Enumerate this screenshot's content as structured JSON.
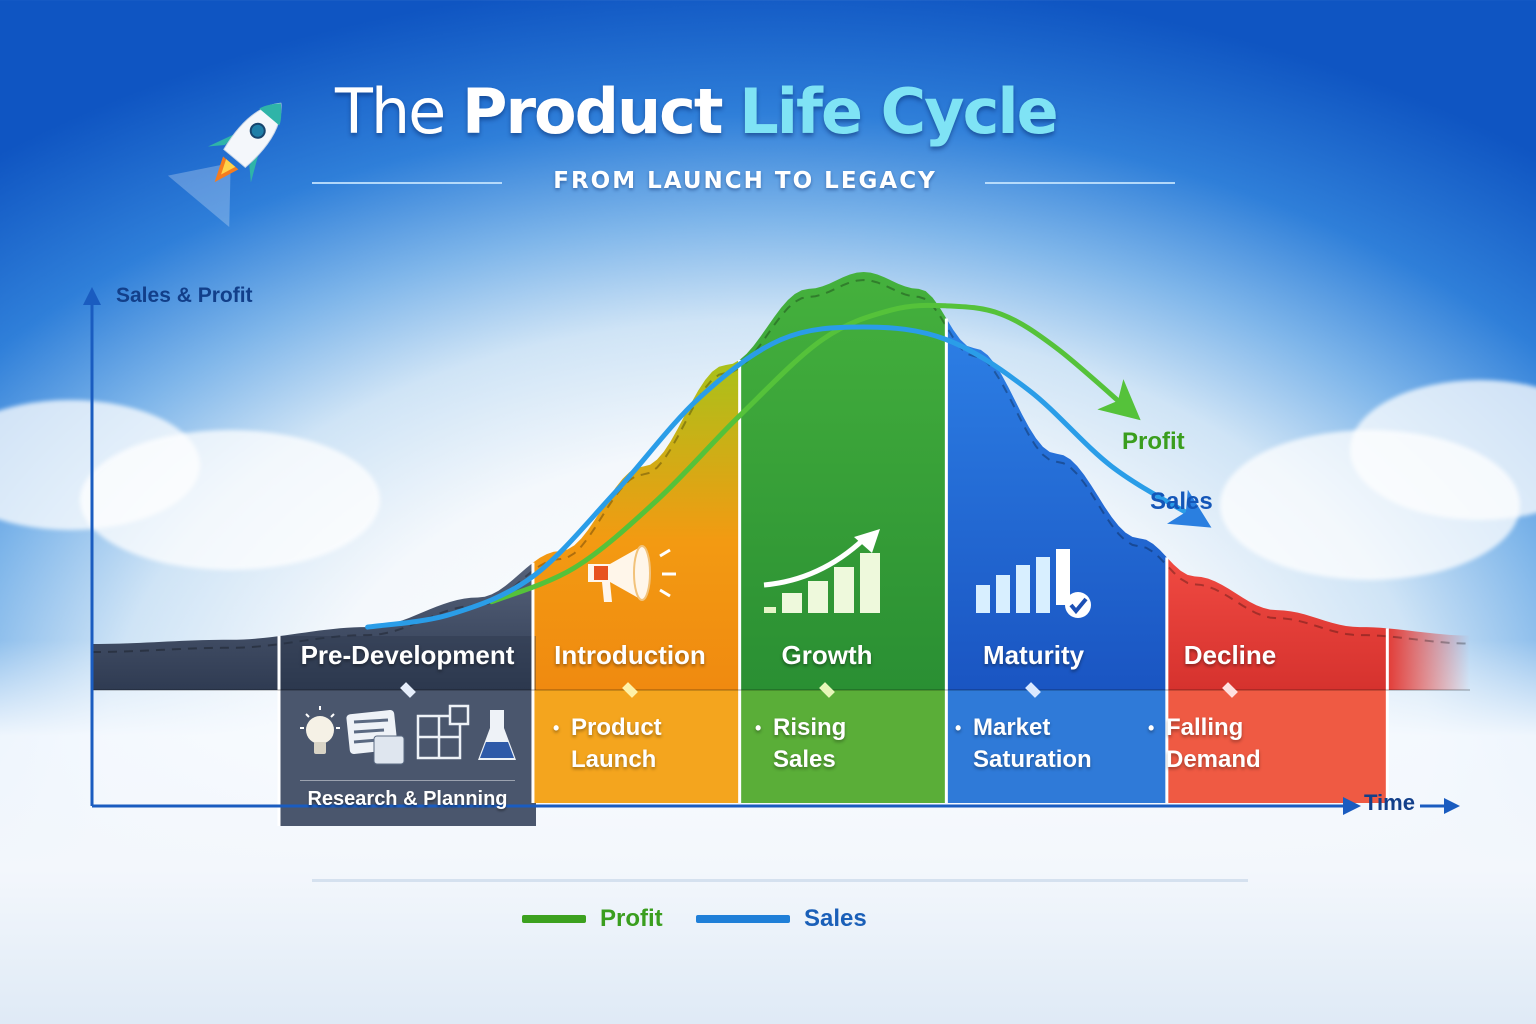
{
  "header": {
    "title_part1": "The",
    "title_part2": "Product",
    "title_part3": "Life Cycle",
    "subtitle": "FROM LAUNCH TO LEGACY",
    "icon": "rocket-icon"
  },
  "colors": {
    "pre_development": "#3f4d66",
    "introduction": "#f39a12",
    "growth": "#2e9e3c",
    "maturity": "#1f66d6",
    "decline": "#e23b36",
    "profit_line": "#55c23a",
    "sales_line": "#2a9de8",
    "axis": "#1a5cc0",
    "title_accent": "#7fe3f5"
  },
  "chart_data": {
    "type": "area",
    "title": "The Product Life Cycle",
    "subtitle": "FROM LAUNCH TO LEGACY",
    "xlabel": "Time",
    "ylabel": "Sales & Profit",
    "grid": false,
    "xlim": [
      0,
      100
    ],
    "ylim": [
      0,
      100
    ],
    "stages": [
      {
        "name": "Pre-Development",
        "x_start": 0,
        "x_end": 32,
        "bullet": "",
        "caption": "Research & Planning",
        "icon": "research-icons",
        "color": "#3f4d66"
      },
      {
        "name": "Introduction",
        "x_start": 32,
        "x_end": 47,
        "bullet": "Product Launch",
        "icon": "megaphone-icon",
        "color": "#f39a12"
      },
      {
        "name": "Growth",
        "x_start": 47,
        "x_end": 62,
        "bullet": "Rising Sales",
        "icon": "growth-chart-icon",
        "color": "#2e9e3c"
      },
      {
        "name": "Maturity",
        "x_start": 62,
        "x_end": 78,
        "bullet": "Market Saturation",
        "icon": "bar-chart-check-icon",
        "color": "#1f66d6"
      },
      {
        "name": "Decline",
        "x_start": 78,
        "x_end": 94,
        "bullet": "Falling Demand",
        "icon": "",
        "color": "#e23b36"
      }
    ],
    "market_curve": {
      "name": "Market curve",
      "x": [
        0,
        10,
        20,
        28,
        34,
        40,
        46,
        52,
        56,
        60,
        64,
        70,
        76,
        80,
        86,
        92,
        100
      ],
      "y": [
        10,
        11,
        14,
        21,
        32,
        52,
        76,
        94,
        98,
        94,
        80,
        55,
        35,
        26,
        18,
        14,
        12
      ]
    },
    "series": [
      {
        "name": "Profit",
        "color": "#55c23a",
        "x": [
          29,
          35,
          41,
          47,
          53,
          58,
          62,
          66,
          70,
          75
        ],
        "y": [
          20,
          28,
          44,
          64,
          82,
          89,
          90,
          88,
          80,
          66
        ]
      },
      {
        "name": "Sales",
        "color": "#2a9de8",
        "x": [
          20,
          26,
          32,
          38,
          44,
          50,
          56,
          62,
          68,
          74,
          80
        ],
        "y": [
          14,
          17,
          26,
          46,
          68,
          82,
          85,
          82,
          70,
          52,
          40
        ]
      }
    ],
    "curve_labels": [
      "Profit",
      "Sales"
    ],
    "legend": [
      {
        "label": "Profit",
        "color": "#55c23a"
      },
      {
        "label": "Sales",
        "color": "#2a9de8"
      }
    ],
    "legend_position": "bottom-center"
  }
}
